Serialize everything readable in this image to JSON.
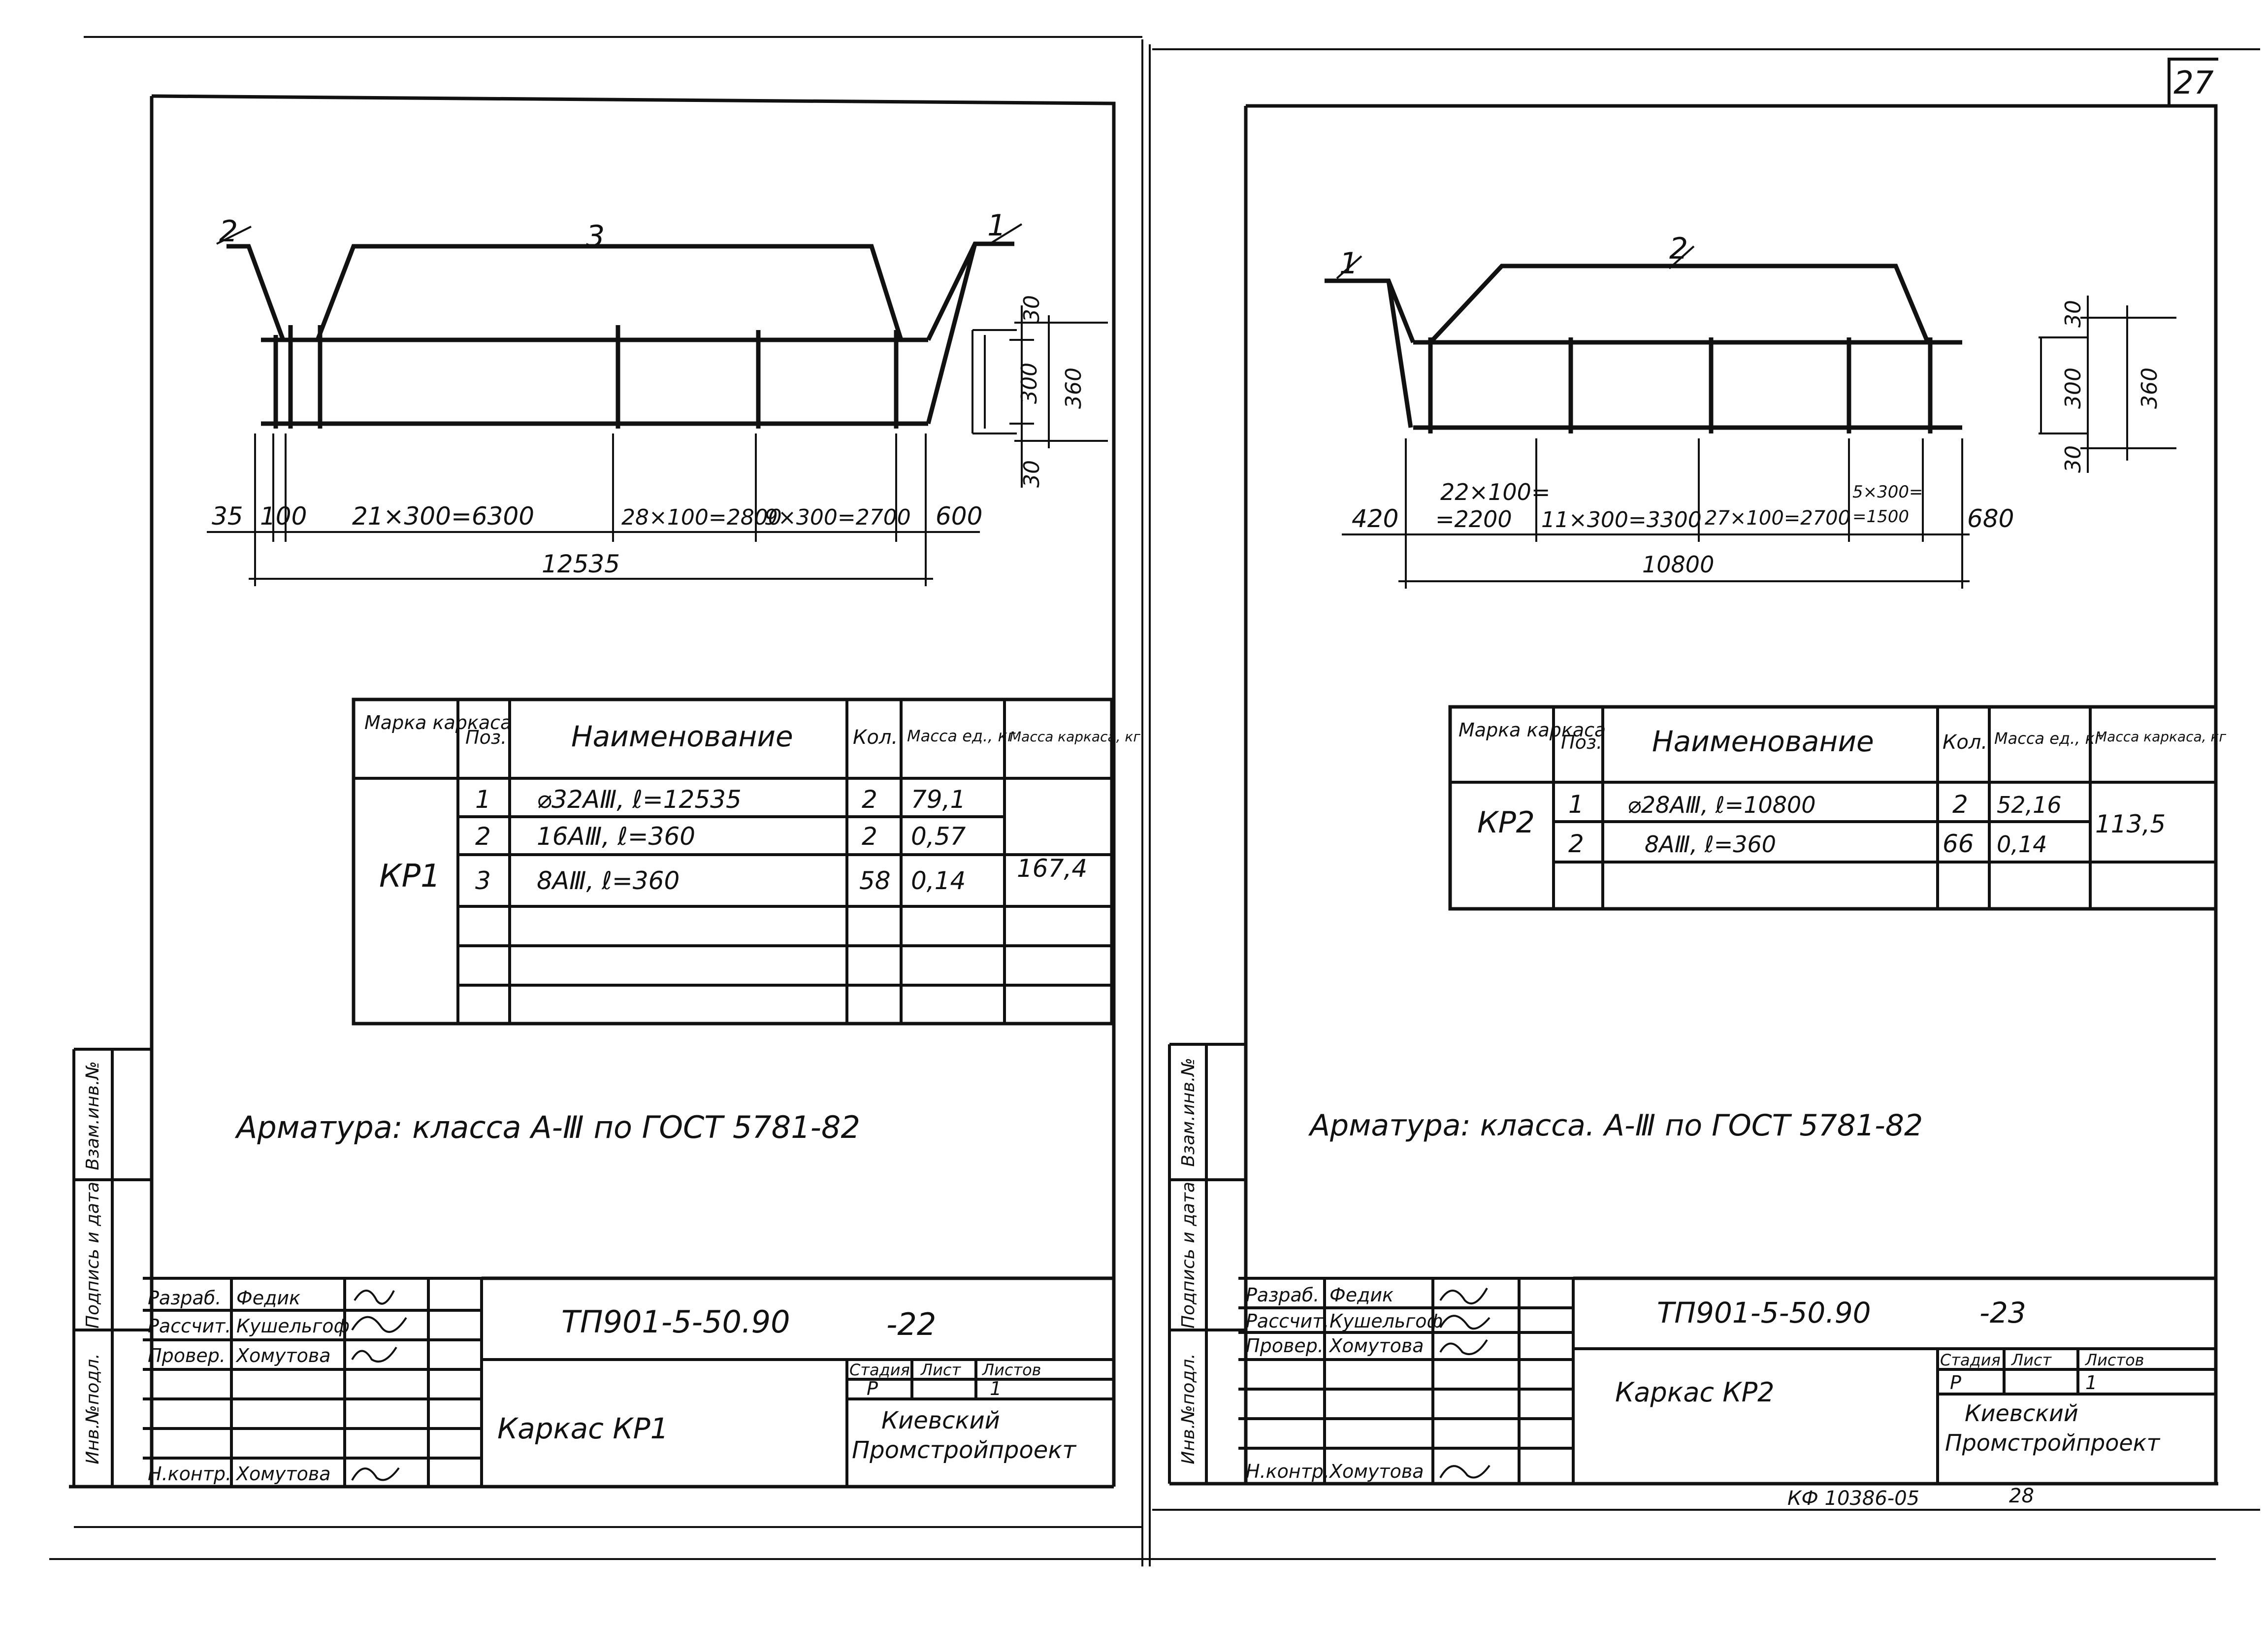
{
  "sheet_number": "27",
  "stamp": {
    "code": "КФ 10386-05",
    "page": "28"
  },
  "side_labels": [
    "Взам.инв.№",
    "Подпись и дата",
    "Инв.№подл."
  ],
  "left": {
    "dwg": {
      "pos_labels": [
        "2",
        "3",
        "1"
      ],
      "dims": [
        "35",
        "100",
        "21×300=6300",
        "28×100=2800",
        "9×300=2700",
        "600"
      ],
      "total": "12535",
      "section": {
        "top": "30",
        "inner": "300",
        "bottom": "30",
        "total": "360"
      }
    },
    "table": {
      "headers": [
        "Марка каркаса",
        "Поз.",
        "Наименование",
        "Кол.",
        "Масса ед., кг",
        "Масса каркаса, кг"
      ],
      "mark": "КР1",
      "rows": [
        {
          "pos": "1",
          "name": "⌀32АⅢ, ℓ=12535",
          "qty": "2",
          "unit": "79,1"
        },
        {
          "pos": "2",
          "name": "16АⅢ, ℓ=360",
          "qty": "2",
          "unit": "0,57"
        },
        {
          "pos": "3",
          "name": "8АⅢ, ℓ=360",
          "qty": "58",
          "unit": "0,14"
        }
      ],
      "total_mass": "167,4"
    },
    "note": "Арматура: класса А-Ⅲ по ГОСТ 5781-82",
    "title_block": {
      "roles": [
        "Разраб.",
        "Рассчит.",
        "Провер.",
        "",
        "",
        "Н.контр."
      ],
      "names": [
        "Федик",
        "Кушельгоф",
        "Хомутова",
        "",
        "",
        "Хомутова"
      ],
      "doc_code": "ТП901-5-50.90",
      "sheet_code": "-22",
      "title": "Каркас  КР1",
      "stage_headers": [
        "Стадия",
        "Лист",
        "Листов"
      ],
      "stage_values": [
        "Р",
        "",
        "1"
      ],
      "org": [
        "Киевский",
        "Промстройпроект"
      ]
    }
  },
  "right": {
    "dwg": {
      "pos_labels": [
        "1",
        "2"
      ],
      "dims": [
        "420",
        "22×100=",
        "=2200",
        "11×300=3300",
        "27×100=2700",
        "5×300=",
        "=1500",
        "680"
      ],
      "total": "10800",
      "section": {
        "top": "30",
        "inner": "300",
        "bottom": "30",
        "total": "360"
      }
    },
    "table": {
      "headers": [
        "Марка каркаса",
        "Поз.",
        "Наименование",
        "Кол.",
        "Масса ед., кг",
        "Масса каркаса, кг"
      ],
      "mark": "КР2",
      "rows": [
        {
          "pos": "1",
          "name": "⌀28АⅢ, ℓ=10800",
          "qty": "2",
          "unit": "52,16"
        },
        {
          "pos": "2",
          "name": "8АⅢ, ℓ=360",
          "qty": "66",
          "unit": "0,14"
        }
      ],
      "total_mass": "113,5"
    },
    "note": "Арматура: класса. А-Ⅲ по ГОСТ 5781-82",
    "title_block": {
      "roles": [
        "Разраб.",
        "Рассчит.",
        "Провер.",
        "",
        "",
        "Н.контр."
      ],
      "names": [
        "Федик",
        "Кушельгоф",
        "Хомутова",
        "",
        "",
        "Хомутова"
      ],
      "doc_code": "ТП901-5-50.90",
      "sheet_code": "-23",
      "title": "Каркас  КР2",
      "stage_headers": [
        "Стадия",
        "Лист",
        "Листов"
      ],
      "stage_values": [
        "Р",
        "",
        "1"
      ],
      "org": [
        "Киевский",
        "Промстройпроект"
      ]
    }
  }
}
